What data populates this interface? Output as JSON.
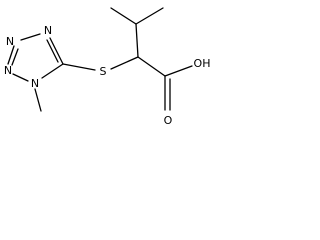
{
  "structure": {
    "atoms": {
      "ring_n1": "N",
      "ring_n2": "N",
      "ring_n3": "N",
      "ring_n4": "N",
      "sulfur": "S",
      "hydroxyl": "OH",
      "carbonyl_o": "O"
    }
  }
}
